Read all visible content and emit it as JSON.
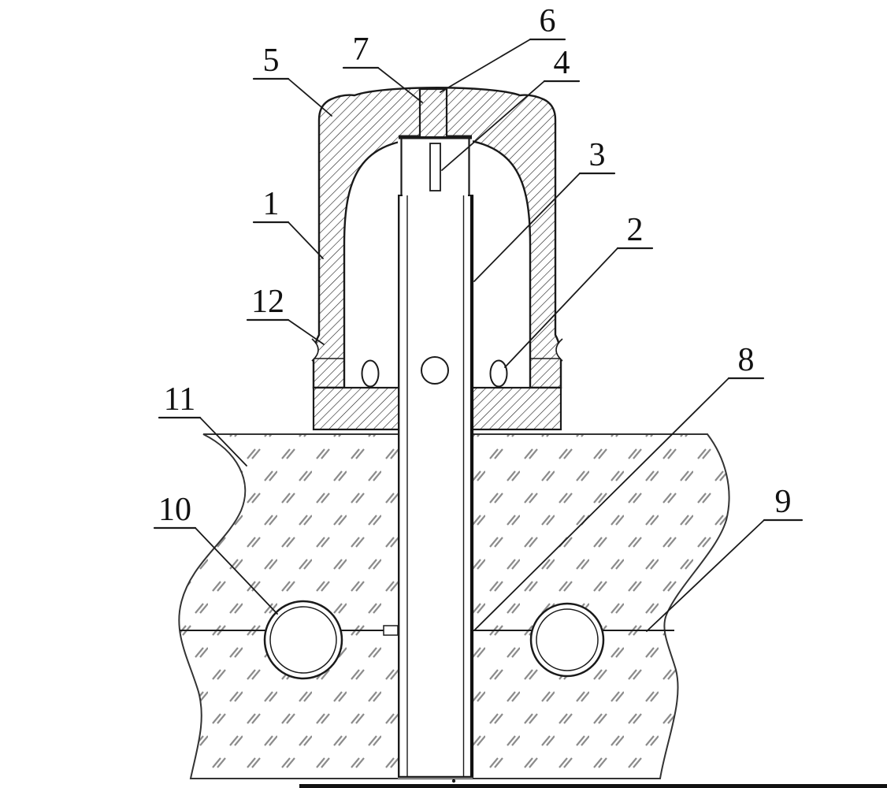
{
  "figure_kind": "patent-sectional-drawing",
  "colors": {
    "line": "#1a1a1a",
    "soil_hatch": "#8c8c8c",
    "background": "#ffffff"
  },
  "callouts": [
    {
      "id": "c1",
      "label": "1"
    },
    {
      "id": "c2",
      "label": "2"
    },
    {
      "id": "c3",
      "label": "3"
    },
    {
      "id": "c4",
      "label": "4"
    },
    {
      "id": "c5",
      "label": "5"
    },
    {
      "id": "c6",
      "label": "6"
    },
    {
      "id": "c7",
      "label": "7"
    },
    {
      "id": "c8",
      "label": "8"
    },
    {
      "id": "c9",
      "label": "9"
    },
    {
      "id": "c10",
      "label": "10"
    },
    {
      "id": "c11",
      "label": "11"
    },
    {
      "id": "c12",
      "label": "12"
    }
  ]
}
